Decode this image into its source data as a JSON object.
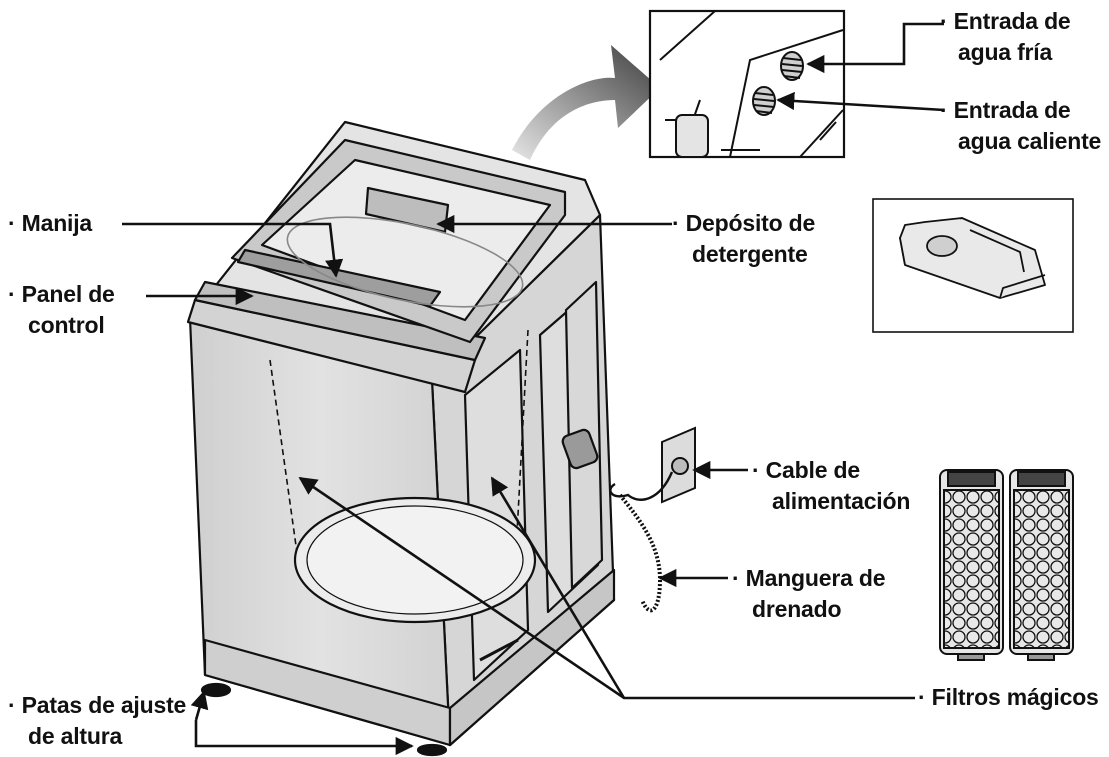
{
  "labels": {
    "manija": "· Manija",
    "panel": {
      "line1": "· Panel de",
      "line2": "control"
    },
    "deposito": {
      "line1": "· Depósito de",
      "line2": "detergente"
    },
    "agua_fria": {
      "line1": "· Entrada de",
      "line2": "agua fría"
    },
    "agua_caliente": {
      "line1": "· Entrada de",
      "line2": "agua caliente"
    },
    "cable": {
      "line1": "· Cable de",
      "line2": "alimentación"
    },
    "manguera": {
      "line1": "· Manguera de",
      "line2": "drenado"
    },
    "filtros": "· Filtros mágicos",
    "patas": {
      "line1": "· Patas de ajuste",
      "line2": "de altura"
    }
  },
  "colors": {
    "line": "#111111",
    "panel_fill": "#d9d9d9",
    "body_fill": "#dcdcdc",
    "arrow_gradient_start": "#3c3c3c",
    "arrow_gradient_end": "#e6e6e6"
  }
}
